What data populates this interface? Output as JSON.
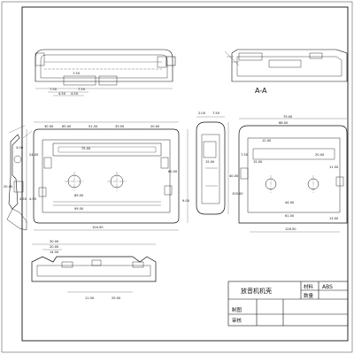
{
  "section_label": "A-A",
  "title_block": {
    "part_name": "放音机机壳",
    "material_label": "材料",
    "material_value": "ABS",
    "quantity_label": "数量",
    "drawn_label": "制图",
    "checked_label": "审核"
  },
  "dimensions": {
    "top_view": [
      "7.50",
      "7.50",
      "7.50",
      "4.50",
      "4.50"
    ],
    "front_view": [
      "65.00",
      "51.50",
      "33.50",
      "75.00",
      "89.50",
      "99.50",
      "104.50",
      "60.50",
      "20.00",
      "30.00",
      "24.00",
      "9.00",
      "4.50"
    ],
    "right_view": [
      "79.00",
      "68.00",
      "12.00",
      "7.50",
      "20.00",
      "15.00",
      "44.00",
      "61.50",
      "11.50",
      "126.50",
      "100.00",
      "13.00"
    ],
    "bottom_view": [
      "30.00",
      "20.00",
      "14.50",
      "11.50",
      "29.50"
    ],
    "side_view": [
      "2.00",
      "7.50",
      "15.00",
      "40.00"
    ],
    "profile_view": [
      "3.00",
      "4.50",
      "20.00"
    ]
  },
  "colors": {
    "line": "#111111",
    "paper": "#ffffff"
  }
}
